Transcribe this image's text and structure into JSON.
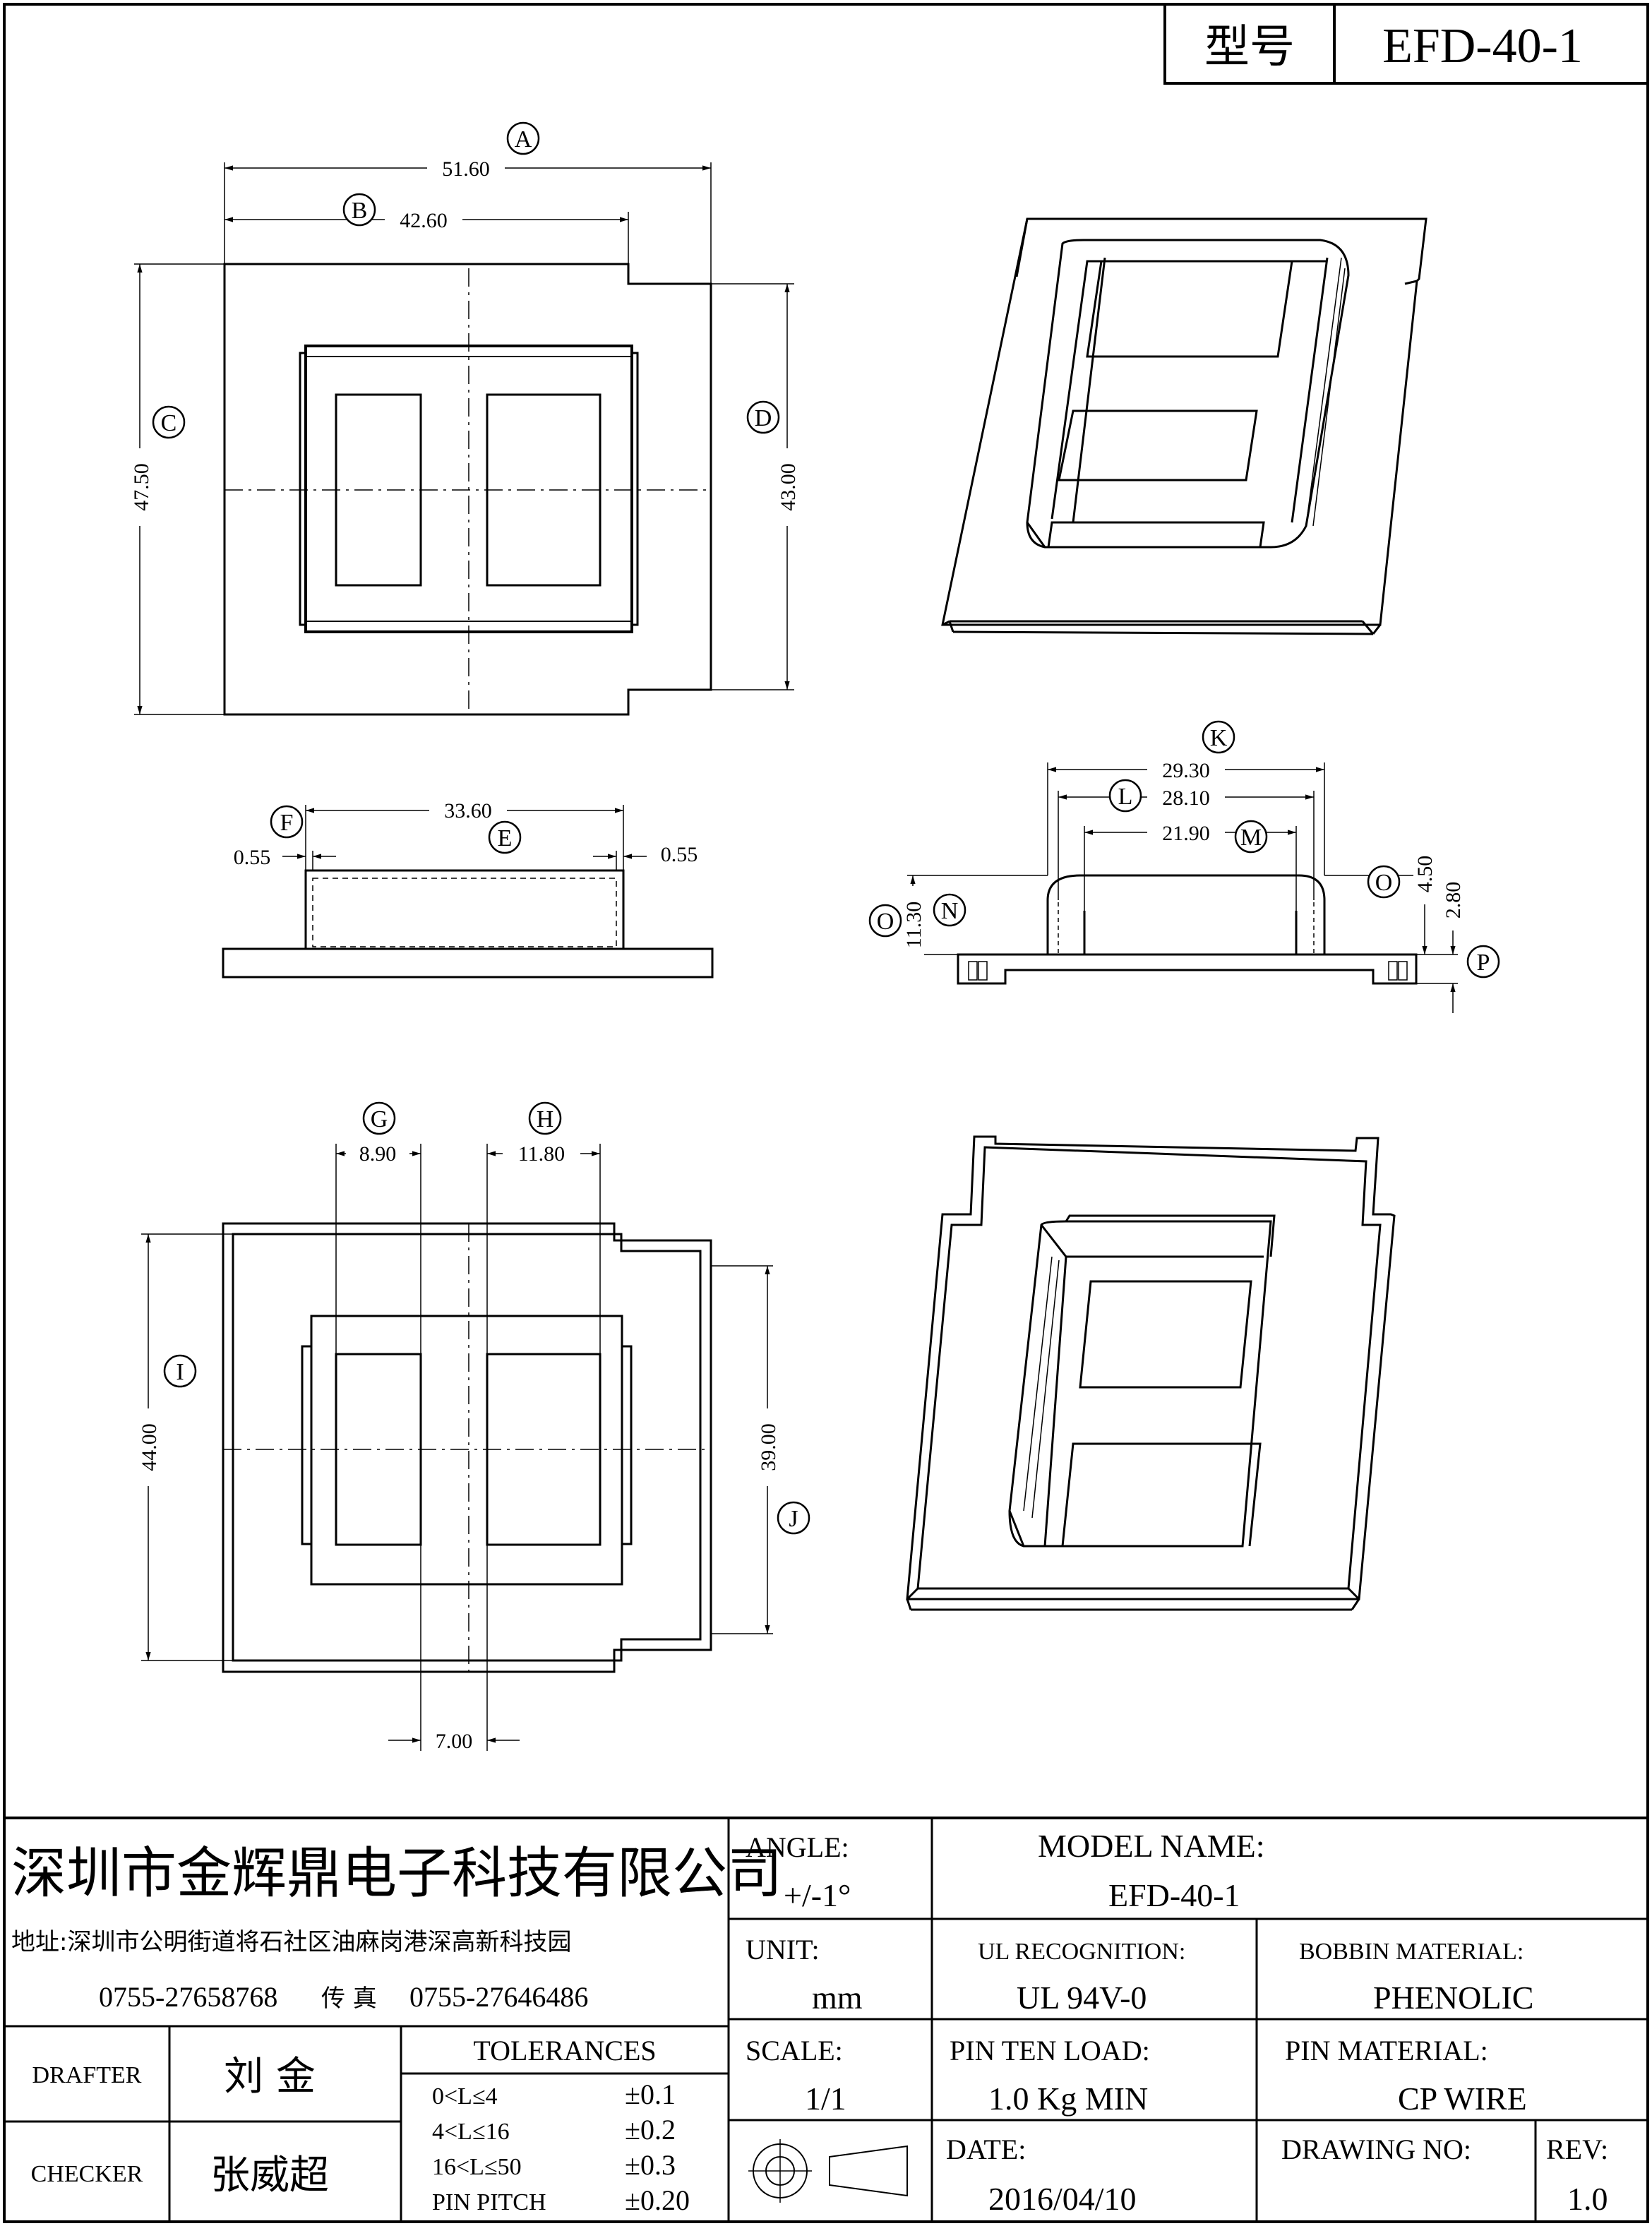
{
  "header": {
    "model_label": "型号",
    "model_value": "EFD-40-1"
  },
  "top_view": {
    "dim_a_tag": "A",
    "dim_a_value": "51.60",
    "dim_b_tag": "B",
    "dim_b_value": "42.60",
    "dim_c_tag": "C",
    "dim_c_value": "47.50",
    "dim_d_tag": "D",
    "dim_d_value": "43.00"
  },
  "side_view": {
    "dim_e_tag": "E",
    "dim_e_value": "33.60",
    "dim_f_tag": "F",
    "dim_f_value": "0.55",
    "dim_f2_value": "0.55"
  },
  "section_view": {
    "dim_k_tag": "K",
    "dim_k_value": "29.30",
    "dim_l_tag": "L",
    "dim_l_value": "28.10",
    "dim_m_tag": "M",
    "dim_m_value": "21.90",
    "dim_n_tag": "N",
    "dim_n_value": "11.30",
    "dim_o_tag": "O",
    "dim_o_value": "4.50",
    "dim_o2_tag": "O",
    "dim_p_tag": "P",
    "dim_p_value": "2.80"
  },
  "bottom_view": {
    "dim_g_tag": "G",
    "dim_g_value": "8.90",
    "dim_h_tag": "H",
    "dim_h_value": "11.80",
    "dim_i_tag": "I",
    "dim_i_value": "44.00",
    "dim_j_tag": "J",
    "dim_j_value": "39.00",
    "dim_gap_value": "7.00"
  },
  "title_block": {
    "company": "深圳市金辉鼎电子科技有限公司",
    "address": "地址:深圳市公明街道将石社区油麻岗港深高新科技园",
    "phone": "0755-27658768",
    "fax_label": "传 真",
    "fax": "0755-27646486",
    "angle_label": "ANGLE:",
    "angle_value": "+/-1°",
    "model_name_label": "MODEL NAME:",
    "model_name_value": "EFD-40-1",
    "unit_label": "UNIT:",
    "unit_value": "mm",
    "ul_label": "UL RECOGNITION:",
    "ul_value": "UL 94V-0",
    "bobbin_label": "BOBBIN MATERIAL:",
    "bobbin_value": "PHENOLIC",
    "drafter_label": "DRAFTER",
    "drafter_name": "刘 金",
    "checker_label": "CHECKER",
    "checker_name": "张威超",
    "tolerances_label": "TOLERANCES",
    "tol_rows": [
      {
        "range": "0<L≤4",
        "value": "±0.1"
      },
      {
        "range": "4<L≤16",
        "value": "±0.2"
      },
      {
        "range": "16<L≤50",
        "value": "±0.3"
      },
      {
        "range": "PIN PITCH",
        "value": "±0.20"
      }
    ],
    "scale_label": "SCALE:",
    "scale_value": "1/1",
    "pin_load_label": "PIN TEN LOAD:",
    "pin_load_value": "1.0 Kg MIN",
    "pin_material_label": "PIN MATERIAL:",
    "pin_material_value": "CP WIRE",
    "date_label": "DATE:",
    "date_value": "2016/04/10",
    "drawing_no_label": "DRAWING NO:",
    "rev_label": "REV:",
    "rev_value": "1.0"
  }
}
